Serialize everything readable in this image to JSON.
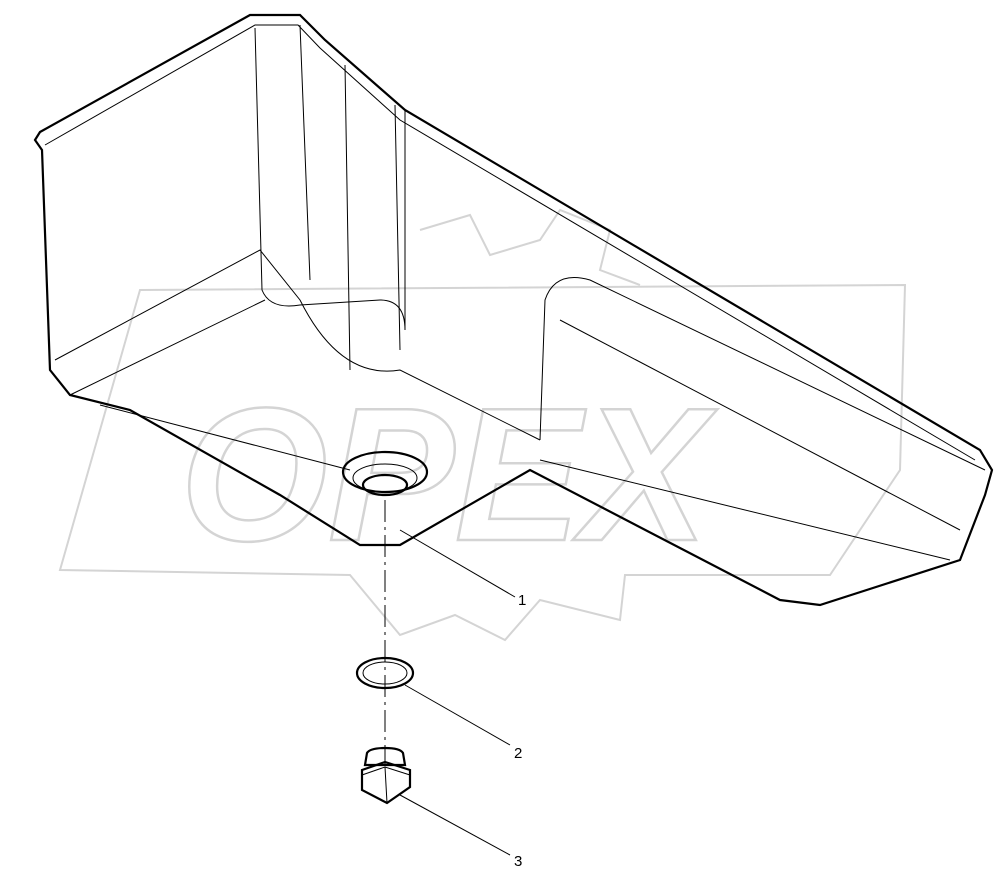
{
  "watermark": {
    "text": "OPEX",
    "color": "#d4d4d4"
  },
  "callouts": [
    {
      "number": "1",
      "part": "oil-pan"
    },
    {
      "number": "2",
      "part": "sealing-ring"
    },
    {
      "number": "3",
      "part": "drain-plug"
    }
  ]
}
